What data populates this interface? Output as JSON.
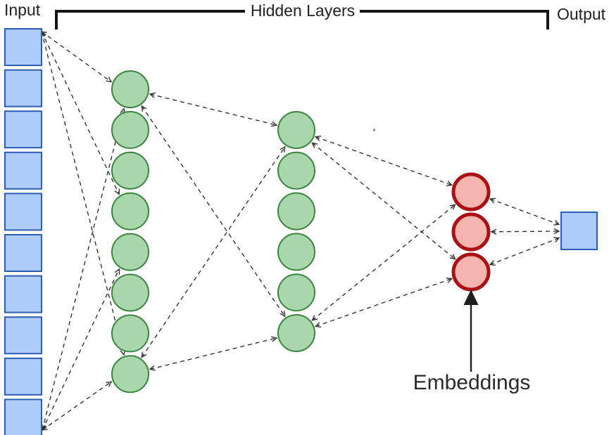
{
  "labels": {
    "input": "Input",
    "hidden_layers": "Hidden Layers",
    "output": "Output",
    "embeddings": "Embeddings"
  },
  "diagram": {
    "type": "neural-network",
    "layers": [
      {
        "id": "input",
        "name": "input-layer",
        "shape": "square",
        "count": 10,
        "fill": "#aecbfa",
        "stroke": "#2a5db4",
        "stroke_width": 2
      },
      {
        "id": "h1",
        "name": "hidden-layer-1",
        "shape": "circle",
        "count": 8,
        "fill": "#a9d7ab",
        "stroke": "#3a8540",
        "stroke_width": 2
      },
      {
        "id": "h2",
        "name": "hidden-layer-2",
        "shape": "circle",
        "count": 6,
        "fill": "#a9d7ab",
        "stroke": "#3a8540",
        "stroke_width": 2
      },
      {
        "id": "emb",
        "name": "embedding-layer",
        "shape": "circle",
        "count": 3,
        "fill": "#f5b5af",
        "stroke": "#ab1013",
        "stroke_width": 5
      },
      {
        "id": "out",
        "name": "output-layer",
        "shape": "square",
        "count": 1,
        "fill": "#aecbfa",
        "stroke": "#2a5db4",
        "stroke_width": 2
      }
    ],
    "edges": [
      {
        "from": "input.0",
        "to": "h1.0"
      },
      {
        "from": "input.0",
        "to": "h1.3"
      },
      {
        "from": "input.0",
        "to": "h1.7"
      },
      {
        "from": "input.9",
        "to": "h1.0"
      },
      {
        "from": "input.9",
        "to": "h1.4"
      },
      {
        "from": "input.9",
        "to": "h1.7"
      },
      {
        "from": "h1.0",
        "to": "h2.0"
      },
      {
        "from": "h1.0",
        "to": "h2.5"
      },
      {
        "from": "h1.7",
        "to": "h2.0"
      },
      {
        "from": "h1.7",
        "to": "h2.5"
      },
      {
        "from": "h2.0",
        "to": "emb.0"
      },
      {
        "from": "h2.0",
        "to": "emb.2"
      },
      {
        "from": "h2.5",
        "to": "emb.0"
      },
      {
        "from": "h2.5",
        "to": "emb.2"
      },
      {
        "from": "emb.0",
        "to": "out.0"
      },
      {
        "from": "emb.1",
        "to": "out.0"
      },
      {
        "from": "emb.2",
        "to": "out.0"
      }
    ],
    "edge_style": {
      "color": "#333333",
      "dash": "6 5"
    },
    "bracket_color": "#161616",
    "pointer_arrow_color": "#1e1e1e"
  }
}
